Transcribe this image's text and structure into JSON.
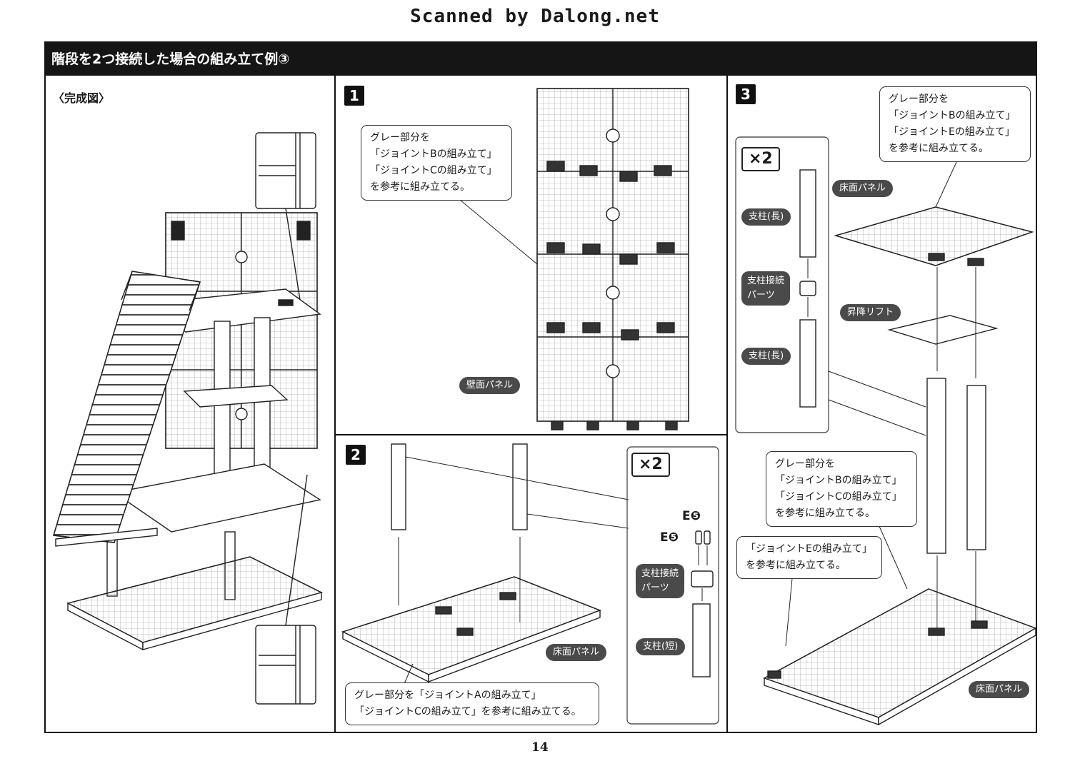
{
  "header": {
    "scan_credit": "Scanned by Dalong.net"
  },
  "title": "階段を2つ接続した場合の組み立て例③",
  "completed_view": {
    "label": "〈完成図〉"
  },
  "step1": {
    "number": "1",
    "callout": [
      "グレー部分を",
      "「ジョイントBの組み立て」",
      "「ジョイントCの組み立て」",
      "を参考に組み立てる。"
    ],
    "part_label": "壁面パネル"
  },
  "step2": {
    "number": "2",
    "multiplier": "×2",
    "part_codes": [
      "E❺",
      "E❺"
    ],
    "labels": {
      "connector": [
        "支柱接続",
        "パーツ"
      ],
      "short_pillar": "支柱(短)",
      "floor_panel": "床面パネル"
    },
    "callout": [
      "グレー部分を「ジョイントAの組み立て」",
      "「ジョイントCの組み立て」を参考に組み立てる。"
    ]
  },
  "step3": {
    "number": "3",
    "multiplier": "×2",
    "callout_top": [
      "グレー部分を",
      "「ジョイントBの組み立て」",
      "「ジョイントEの組み立て」",
      "を参考に組み立てる。"
    ],
    "callout_mid": [
      "グレー部分を",
      "「ジョイントBの組み立て」",
      "「ジョイントCの組み立て」",
      "を参考に組み立てる。"
    ],
    "callout_low": [
      "「ジョイントEの組み立て」",
      "を参考に組み立てる。"
    ],
    "labels": {
      "long_pillar_1": "支柱(長)",
      "connector": [
        "支柱接続",
        "パーツ"
      ],
      "long_pillar_2": "支柱(長)",
      "floor_panel_top": "床面パネル",
      "lift": "昇降リフト",
      "floor_panel_bottom": "床面パネル"
    }
  },
  "footer": {
    "page_number": "14"
  }
}
